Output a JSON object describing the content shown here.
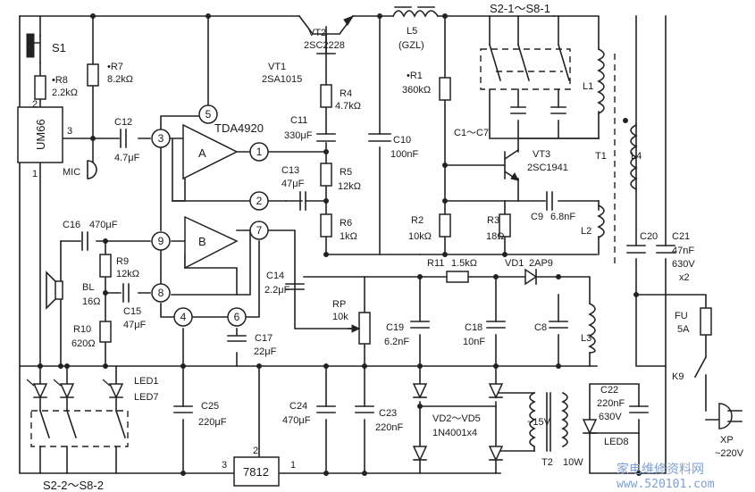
{
  "switch_group_top": "S2-1～S8-1",
  "switch_group_bottom": "S2-2～S8-2",
  "s1": "S1",
  "r8": "•R8",
  "r8_val": "2.2kΩ",
  "r7": "•R7",
  "r7_val": "8.2kΩ",
  "um66": "UM66",
  "um66_pin1": "1",
  "um66_pin2": "2",
  "um66_pin3": "3",
  "mic": "MIC",
  "c12": "C12",
  "c12_val": "4.7μF",
  "tda": "TDA4920",
  "amp_a": "A",
  "amp_b": "B",
  "pins": [
    "1",
    "2",
    "3",
    "4",
    "5",
    "6",
    "7",
    "8",
    "9"
  ],
  "vt2": "VT2",
  "vt2_part": "2SC2228",
  "vt1": "VT1",
  "vt1_part": "2SA1015",
  "r4": "R4",
  "r4_val": "4.7kΩ",
  "c11": "C11",
  "c11_val": "330μF",
  "c13": "C13",
  "c13_val": "47μF",
  "r5": "R5",
  "r5_val": "12kΩ",
  "r6": "R6",
  "r6_val": "1kΩ",
  "l5": "L5",
  "l5_sub": "(GZL)",
  "r1": "•R1",
  "r1_val": "360kΩ",
  "c10": "C10",
  "c10_val": "100nF",
  "c1c7": "C1～C7",
  "vt3": "VT3",
  "vt3_part": "2SC1941",
  "l1": "L1",
  "t1": "T1",
  "l4": "L4",
  "r2": "R2",
  "r2_val": "10kΩ",
  "r3": "R3",
  "r3_val": "18Ω",
  "c9": "C9",
  "c9_val": "6.8nF",
  "l2": "L2",
  "c20": "C20",
  "c21": "C21",
  "c21_val1": "47nF",
  "c21_val2": "630V",
  "c21_val3": "x2",
  "c16": "C16",
  "c16_val": "470μF",
  "r9": "R9",
  "r9_val": "12kΩ",
  "bl": "BL",
  "bl_val": "16Ω",
  "c15": "C15",
  "c15_val": "47μF",
  "r10": "R10",
  "r10_val": "620Ω",
  "c14": "C14",
  "c14_val": "2.2μF",
  "rp": "RP",
  "rp_val": "10k",
  "r11": "R11",
  "r11_val": "1.5kΩ",
  "vd1": "VD1",
  "vd1_part": "2AP9",
  "c19": "C19",
  "c19_val": "6.2nF",
  "c18": "C18",
  "c18_val": "10nF",
  "c8": "C8",
  "l3": "L3",
  "fu": "FU",
  "fu_val": "5A",
  "c17": "C17",
  "c17_val": "22μF",
  "led1": "LED1",
  "led7": "LED7",
  "k9": "K9",
  "c25": "C25",
  "c25_val": "220μF",
  "c24": "C24",
  "c24_val": "470μF",
  "c23": "C23",
  "c23_val": "220nF",
  "vd2vd5": "VD2～VD5",
  "vd_part": "1N4001x4",
  "v15": "~15V",
  "c22": "C22",
  "c22_val1": "220nF",
  "c22_val2": "630V",
  "led8": "LED8",
  "xp": "XP",
  "xp_val": "~220V",
  "reg": "7812",
  "reg_pin1": "1",
  "reg_pin2": "2",
  "reg_pin3": "3",
  "t2": "T2",
  "t2_val": "10W",
  "watermark_cn": "家电维修资料网",
  "watermark_url": "www.520101.com"
}
